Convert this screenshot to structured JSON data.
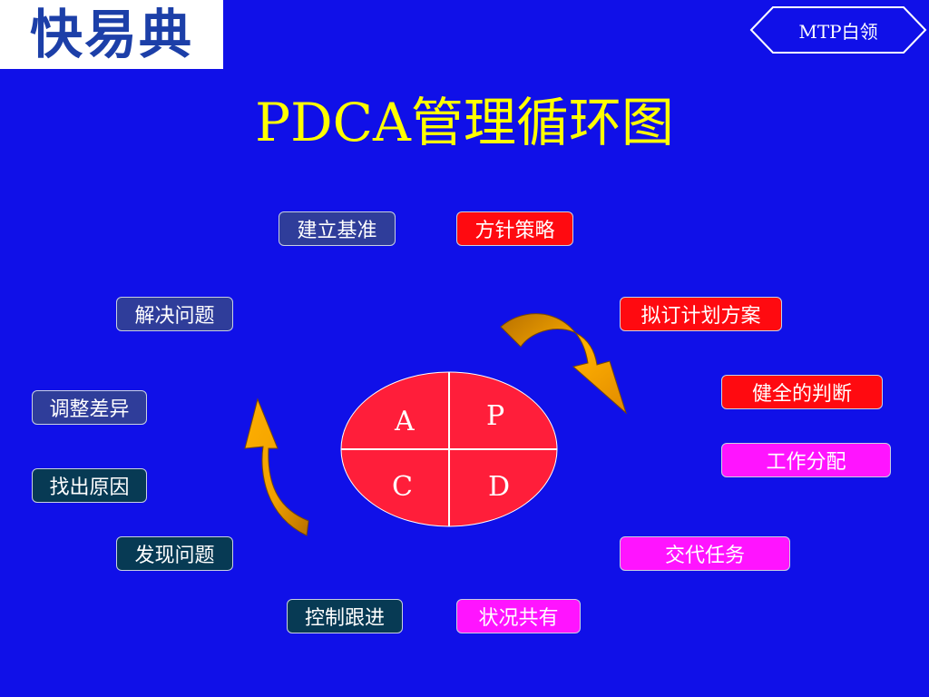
{
  "logo": {
    "text": "快易典"
  },
  "badge": {
    "label": "MTP白领"
  },
  "title": "PDCA管理循环图",
  "cycle": {
    "a": "A",
    "p": "P",
    "c": "C",
    "d": "D"
  },
  "items": {
    "jianli": "建立基准",
    "fangzhen": "方针策略",
    "jiejue": "解决问题",
    "niding": "拟订计划方案",
    "tiaozheng": "调整差异",
    "jianquan": "健全的判断",
    "zhaochu": "找出原因",
    "gongzuo": "工作分配",
    "faxian": "发现问题",
    "jiaodai": "交代任务",
    "kongzhi": "控制跟进",
    "zhuangkuang": "状况共有"
  },
  "colors": {
    "background": "#1010e8",
    "title": "#ffff00",
    "circle": "#ff1e3a",
    "red_box": "#ff0a10",
    "magenta_box": "#ff14ff",
    "slate_box": "#2f3d9a",
    "teal_box": "#073a54",
    "arrow": "#f5a000"
  }
}
